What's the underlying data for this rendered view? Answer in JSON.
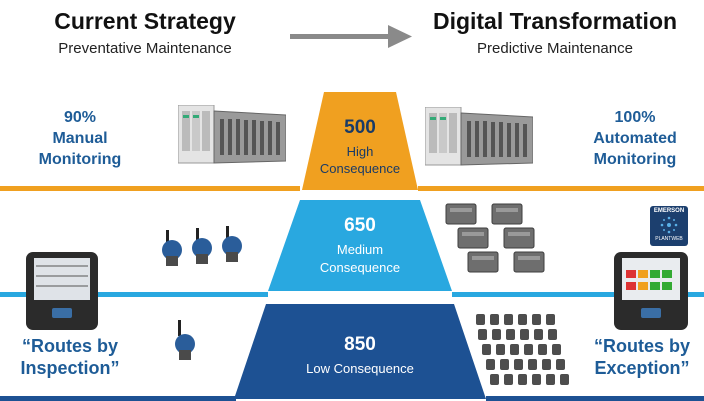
{
  "header": {
    "left_title": "Current Strategy",
    "left_subtitle": "Preventative Maintenance",
    "right_title": "Digital Transformation",
    "right_subtitle": "Predictive Maintenance"
  },
  "tiers": [
    {
      "value": "500",
      "label_line1": "High",
      "label_line2": "Consequence",
      "color": "#f0a020"
    },
    {
      "value": "650",
      "label_line1": "Medium",
      "label_line2": "Consequence",
      "color": "#29a8e0"
    },
    {
      "value": "850",
      "label_line1": "Low Consequence",
      "label_line2": "",
      "color": "#1d5193"
    }
  ],
  "left": {
    "top_pct": "90%",
    "top_line1": "Manual",
    "top_line2": "Monitoring",
    "bottom_line1": "“Routes by",
    "bottom_line2": "Inspection”"
  },
  "right": {
    "top_pct": "100%",
    "top_line1": "Automated",
    "top_line2": "Monitoring",
    "bottom_line1": "“Routes by",
    "bottom_line2": "Exception”"
  },
  "logo": {
    "brand": "EMERSON",
    "product": "PLANTWEB"
  },
  "colors": {
    "orange_band": "#f0a020",
    "light_blue_band": "#29a8e0",
    "dark_blue_band": "#1d5193",
    "text_blue": "#1e5c97"
  }
}
